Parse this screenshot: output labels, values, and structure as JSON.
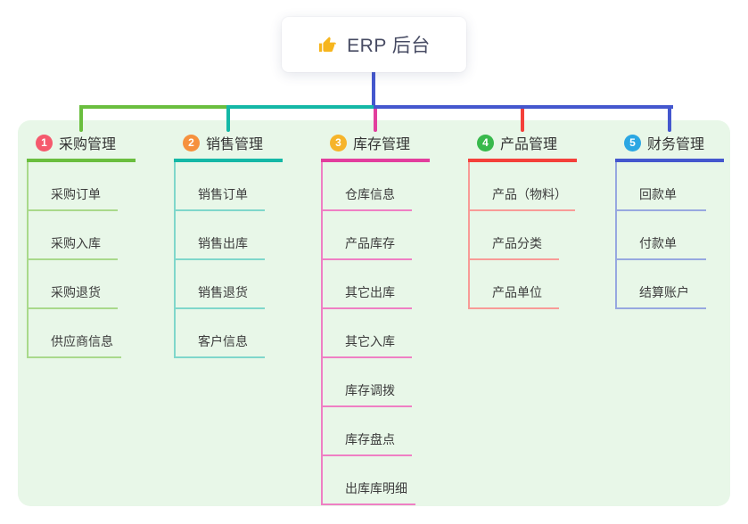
{
  "root": {
    "label": "ERP 后台",
    "icon": "thumbs-up-icon"
  },
  "colors": {
    "trunk": "#4457ce",
    "panel_bg": "#e8f7e8",
    "root_text": "#474b63",
    "icon_gold": "#f6b51e"
  },
  "branches": [
    {
      "num": "1",
      "title": "采购管理",
      "badge_color": "#f5596d",
      "line_color": "#6abe3e",
      "child_line_color": "#a9d98b",
      "children": [
        "采购订单",
        "采购入库",
        "采购退货",
        "供应商信息"
      ]
    },
    {
      "num": "2",
      "title": "销售管理",
      "badge_color": "#f6913e",
      "line_color": "#14b8a6",
      "child_line_color": "#7fd7cb",
      "children": [
        "销售订单",
        "销售出库",
        "销售退货",
        "客户信息"
      ]
    },
    {
      "num": "3",
      "title": "库存管理",
      "badge_color": "#f6b42a",
      "line_color": "#e23e9d",
      "child_line_color": "#ef7fc4",
      "children": [
        "仓库信息",
        "产品库存",
        "其它出库",
        "其它入库",
        "库存调拨",
        "库存盘点",
        "出库库明细"
      ]
    },
    {
      "num": "4",
      "title": "产品管理",
      "badge_color": "#38b94c",
      "line_color": "#f4403a",
      "child_line_color": "#f89b97",
      "children": [
        "产品（物料）",
        "产品分类",
        "产品单位"
      ]
    },
    {
      "num": "5",
      "title": "财务管理",
      "badge_color": "#2ba7e3",
      "line_color": "#4457ce",
      "child_line_color": "#97a8e0",
      "children": [
        "回款单",
        "付款单",
        "结算账户"
      ]
    }
  ]
}
